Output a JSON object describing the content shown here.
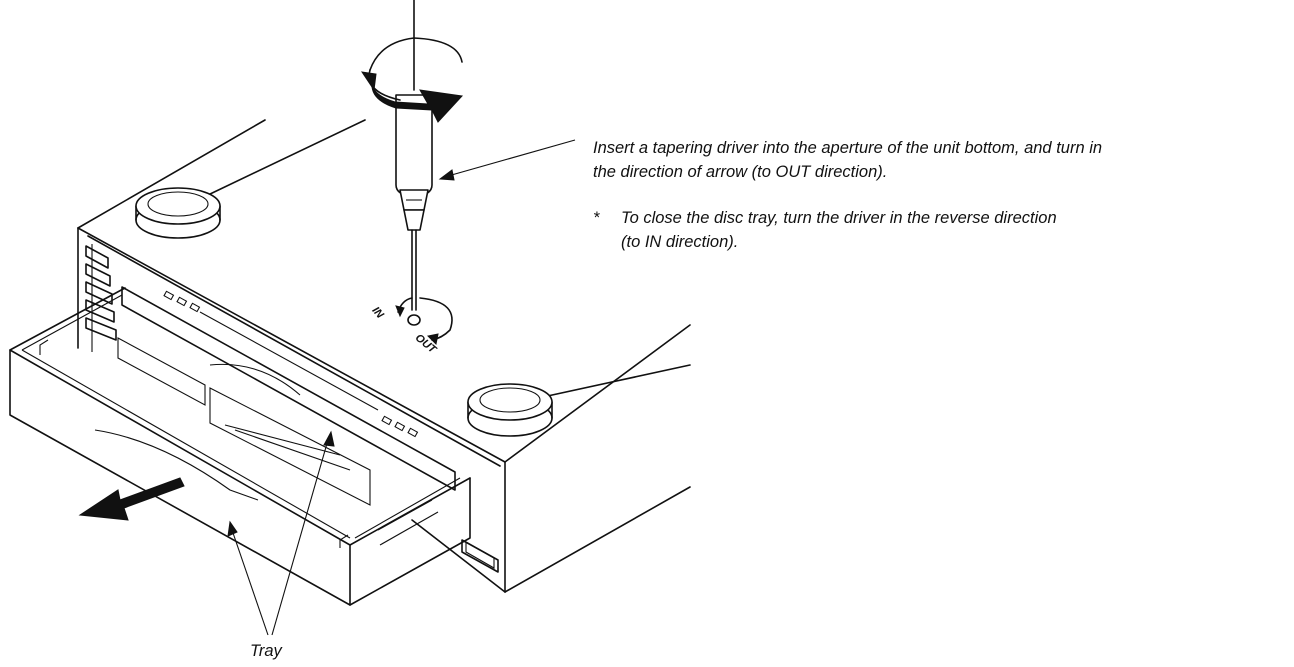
{
  "instruction": {
    "line1": "Insert a tapering driver into the aperture of the unit bottom, and turn in",
    "line2": "the direction of arrow (to OUT direction)."
  },
  "note": {
    "bullet": "*",
    "line1": "To close the disc tray, turn the driver in the reverse direction",
    "line2": "(to IN direction)."
  },
  "labels": {
    "in": "IN",
    "out": "OUT",
    "tray": "Tray"
  }
}
